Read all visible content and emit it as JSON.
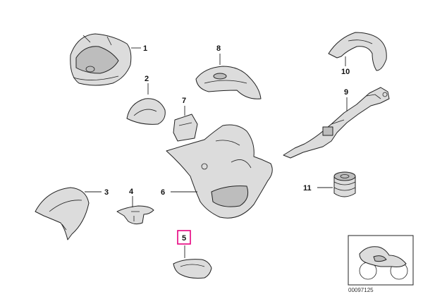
{
  "diagram": {
    "reference_number": "00097125",
    "highlight_color": "#e6007e",
    "callouts": [
      {
        "id": "1",
        "label": "1"
      },
      {
        "id": "2",
        "label": "2"
      },
      {
        "id": "3",
        "label": "3"
      },
      {
        "id": "4",
        "label": "4"
      },
      {
        "id": "5",
        "label": "5",
        "highlighted": true
      },
      {
        "id": "6",
        "label": "6"
      },
      {
        "id": "7",
        "label": "7"
      },
      {
        "id": "8",
        "label": "8"
      },
      {
        "id": "9",
        "label": "9"
      },
      {
        "id": "10",
        "label": "10"
      },
      {
        "id": "11",
        "label": "11"
      }
    ]
  }
}
